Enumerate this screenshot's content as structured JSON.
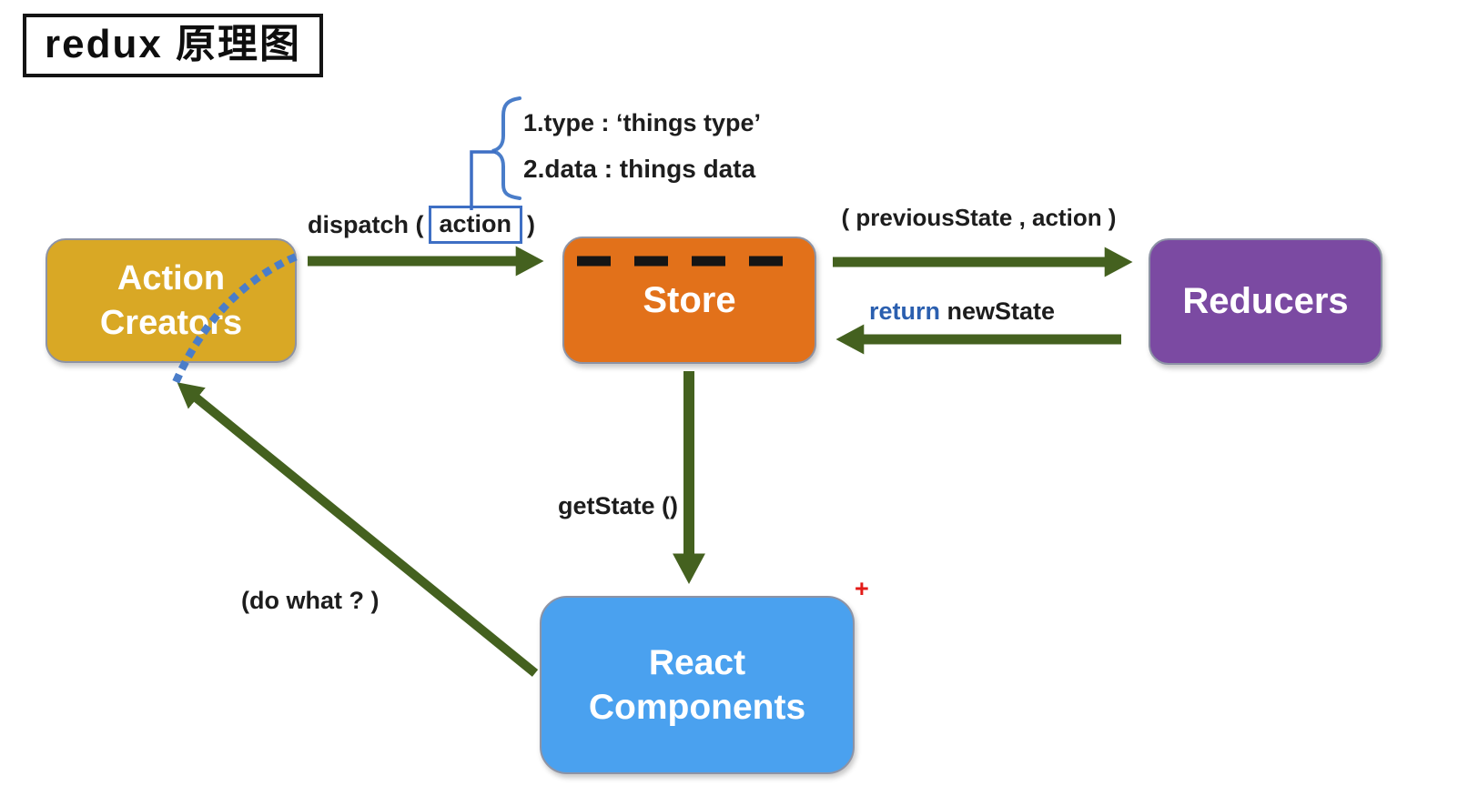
{
  "title": "redux 原理图",
  "colors": {
    "yellow": "#d9a825",
    "orange": "#e2711a",
    "purple": "#7b4aa2",
    "blue": "#4aa1ef",
    "arrow_green": "#44611f",
    "link_blue": "#4a7dc9",
    "action_box_blue": "#3e6fc4",
    "return_blue": "#2b5faf",
    "plus_red": "#e31b18",
    "dash_black": "#151515",
    "text_black": "#1d1d1d"
  },
  "nodes": {
    "action_creators": {
      "label": "Action Creators"
    },
    "store": {
      "label": "Store"
    },
    "reducers": {
      "label": "Reducers"
    },
    "react_components": {
      "label": "React Components"
    }
  },
  "labels": {
    "dispatch_prefix": "dispatch (",
    "dispatch_action": "action",
    "dispatch_suffix": ")",
    "action_type_line": "1.type : ‘things type’",
    "action_data_line": "2.data :  things data",
    "previous_state": "( previousState , action )",
    "return_keyword": "return",
    "new_state": " newState",
    "get_state": "getState ()",
    "do_what": "(do what ? )",
    "plus": "+"
  },
  "edges": [
    {
      "from": "Action Creators",
      "to": "Store",
      "label": "dispatch ( action )"
    },
    {
      "from": "Store",
      "to": "Reducers",
      "label": "( previousState , action )"
    },
    {
      "from": "Reducers",
      "to": "Store",
      "label": "return newState"
    },
    {
      "from": "Store",
      "to": "React Components",
      "label": "getState ()"
    },
    {
      "from": "React Components",
      "to": "Action Creators",
      "label": "(do what ? )"
    }
  ]
}
